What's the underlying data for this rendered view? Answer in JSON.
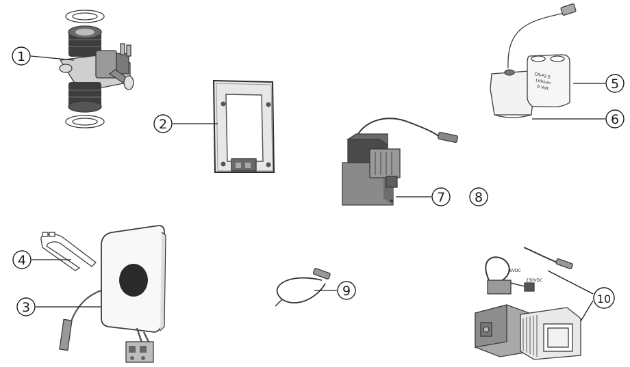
{
  "colors": {
    "ink": "#1a1a1a",
    "part_dark": "#3a3a3a",
    "part_mid": "#8e8e8e",
    "part_light": "#d6d6d6",
    "background": "#ffffff"
  },
  "callouts": [
    {
      "id": "1",
      "label": "①",
      "part": "solenoid-valve"
    },
    {
      "id": "2",
      "label": "②",
      "part": "mounting-frame"
    },
    {
      "id": "3",
      "label": "③",
      "part": "cover-plate-with-sensor"
    },
    {
      "id": "4",
      "label": "④",
      "part": "removal-tool"
    },
    {
      "id": "5",
      "label": "⑤",
      "part": "lithium-battery"
    },
    {
      "id": "6",
      "label": "⑥",
      "part": "battery-holder"
    },
    {
      "id": "7",
      "label": "⑦",
      "part": "electronics-module"
    },
    {
      "id": "8",
      "label": "⑧",
      "part": "electronics-module-alt"
    },
    {
      "id": "9",
      "label": "⑨",
      "part": "connection-cable"
    },
    {
      "id": "10",
      "label": "⑩",
      "part": "power-supply-unit"
    }
  ],
  "battery_label": {
    "line1": "CR-P2-S",
    "line2": "Lithium",
    "line3": "6 Volt"
  },
  "psu_labels": {
    "dc": "6VDC",
    "ac": "230VDC"
  }
}
